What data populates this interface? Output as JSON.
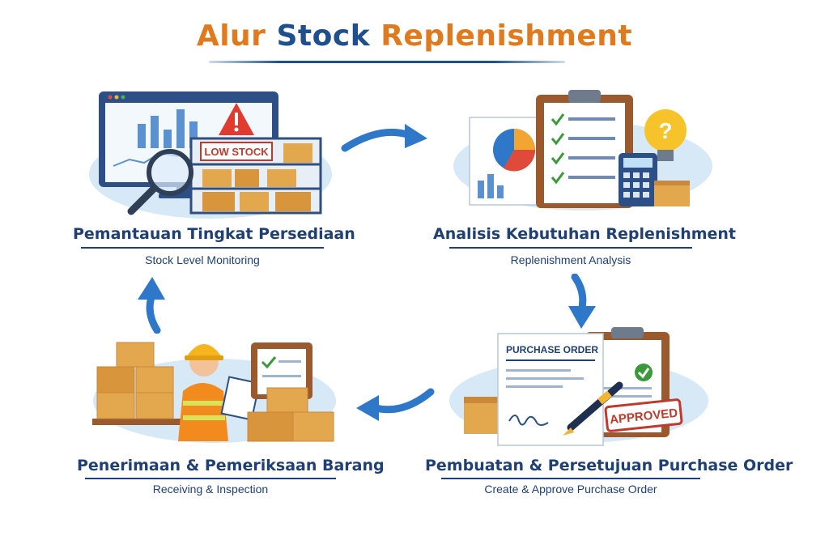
{
  "title": {
    "part1": "Alur",
    "part2": "Stock",
    "part3": "Replenishment"
  },
  "steps": [
    {
      "title": "Pemantauan Tingkat Persediaan",
      "subtitle": "Stock Level Monitoring",
      "badge": "LOW STOCK"
    },
    {
      "title": "Analisis Kebutuhan Replenishment",
      "subtitle": "Replenishment Analysis"
    },
    {
      "title": "Pembuatan & Persetujuan Purchase Order",
      "subtitle": "Create & Approve Purchase Order",
      "doc_header": "PURCHASE ORDER",
      "stamp": "APPROVED"
    },
    {
      "title": "Penerimaan & Pemeriksaan Barang",
      "subtitle": "Receiving & Inspection"
    }
  ],
  "colors": {
    "orange": "#e07a1f",
    "navy": "#1f3f75",
    "arrow_blue": "#2f78c9",
    "sky": "#d7e8f6"
  },
  "icons": [
    "monitor-icon",
    "warning-icon",
    "magnifier-icon",
    "box-icon",
    "clipboard-icon",
    "pie-chart-icon",
    "calculator-icon",
    "lightbulb-icon",
    "pen-icon",
    "check-icon",
    "hard-hat-icon"
  ]
}
